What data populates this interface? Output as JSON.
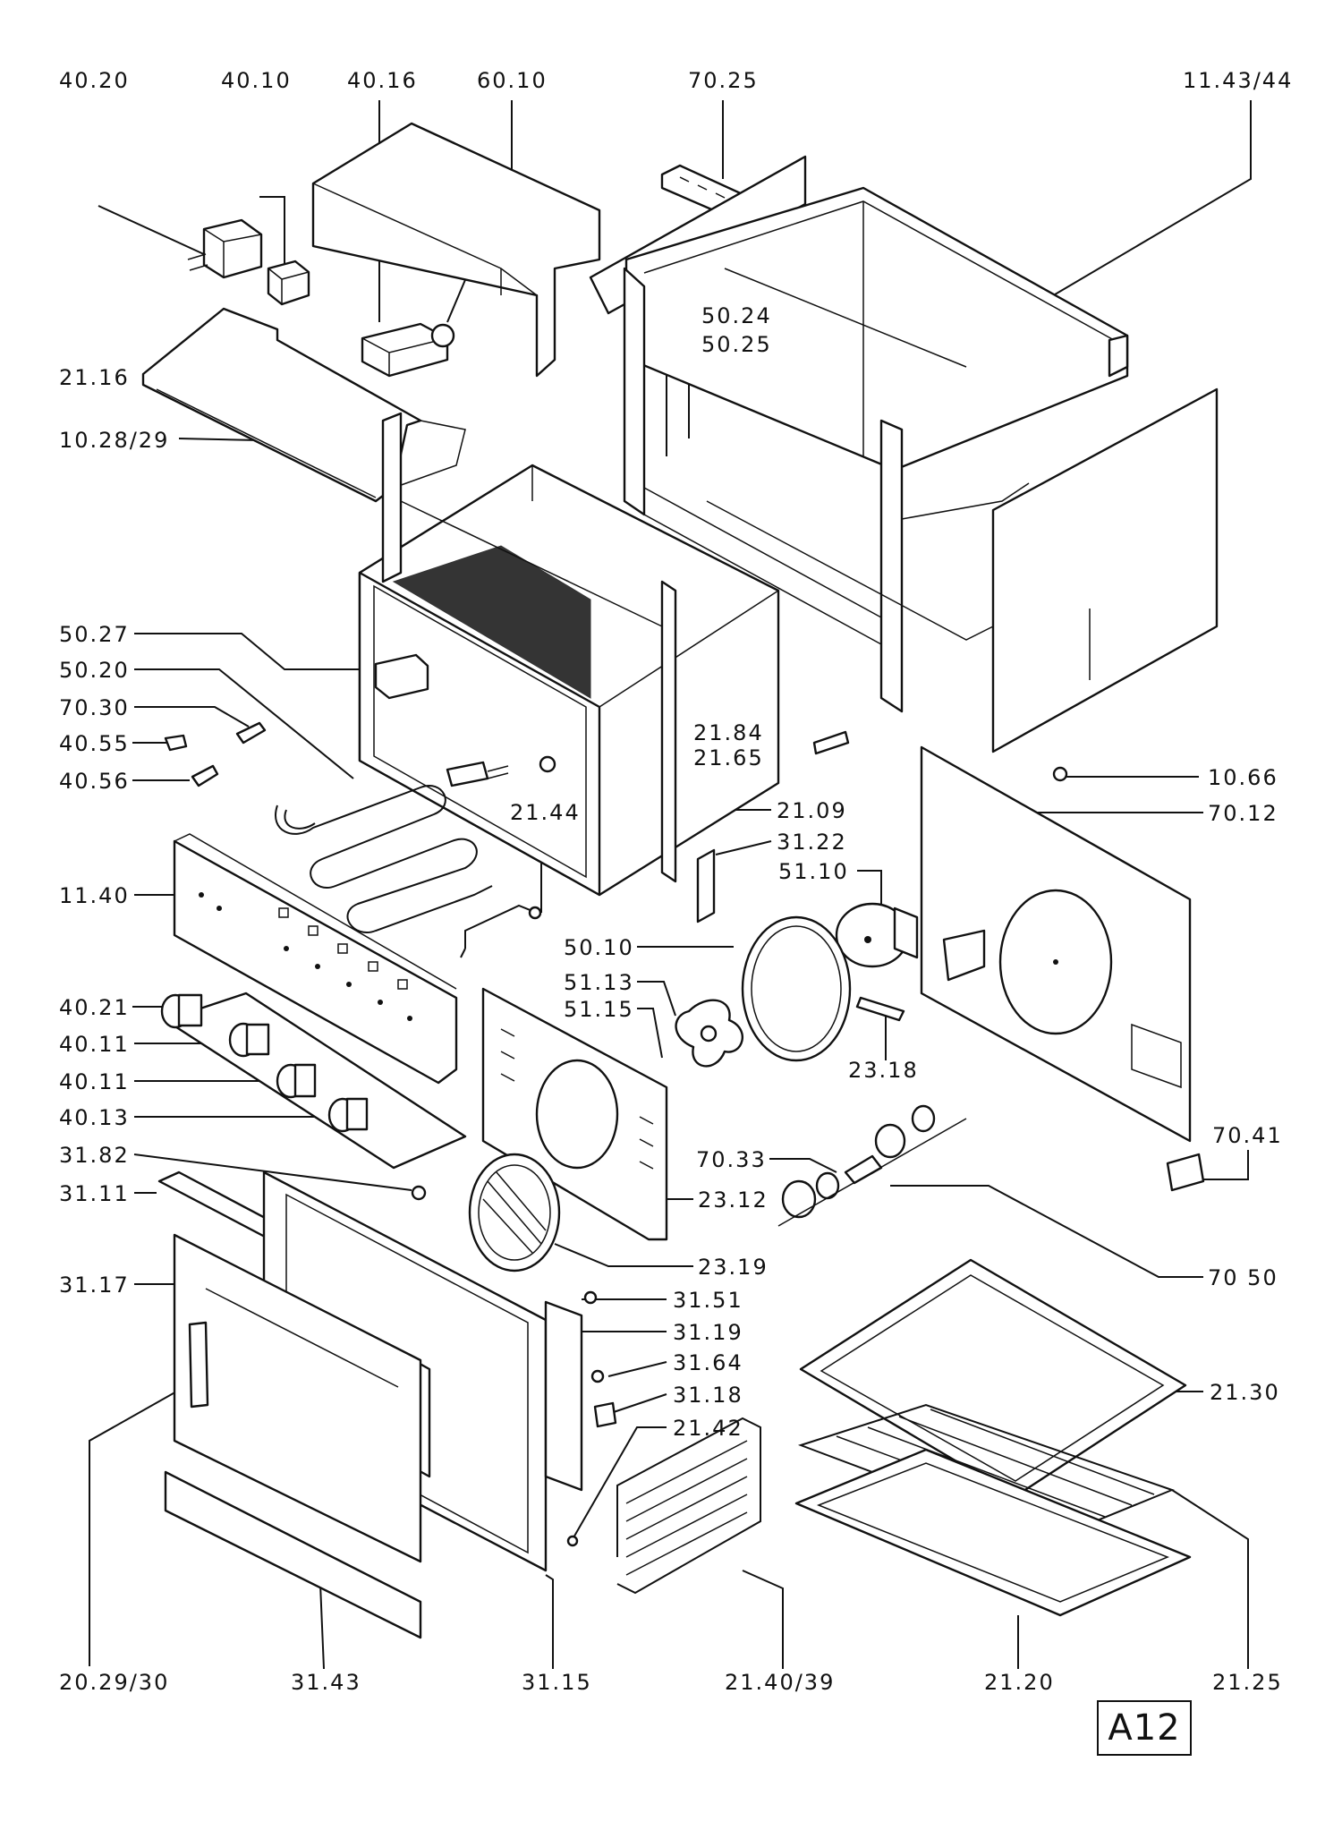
{
  "diagram": {
    "sheet_id": "A12",
    "labels": {
      "l_40_20": "40.20",
      "l_40_10": "40.10",
      "l_40_16": "40.16",
      "l_60_10": "60.10",
      "l_70_25": "70.25",
      "l_11_43_44": "11.43/44",
      "l_50_24": "50.24",
      "l_50_25": "50.25",
      "l_21_16": "21.16",
      "l_10_28_29": "10.28/29",
      "l_50_27": "50.27",
      "l_50_20": "50.20",
      "l_70_30": "70.30",
      "l_40_55": "40.55",
      "l_40_56": "40.56",
      "l_21_84": "21.84",
      "l_21_65": "21.65",
      "l_10_66": "10.66",
      "l_21_44": "21.44",
      "l_21_09": "21.09",
      "l_70_12": "70.12",
      "l_31_22": "31.22",
      "l_51_10": "51.10",
      "l_11_40": "11.40",
      "l_50_10": "50.10",
      "l_51_13": "51.13",
      "l_51_15": "51.15",
      "l_40_21": "40.21",
      "l_40_11_a": "40.11",
      "l_40_11_b": "40.11",
      "l_40_13": "40.13",
      "l_23_18": "23.18",
      "l_70_41": "70.41",
      "l_31_82": "31.82",
      "l_70_33": "70.33",
      "l_31_11": "31.11",
      "l_23_12": "23.12",
      "l_23_19": "23.19",
      "l_70_50": "70 50",
      "l_31_17": "31.17",
      "l_31_51": "31.51",
      "l_31_19": "31.19",
      "l_31_64": "31.64",
      "l_31_18": "31.18",
      "l_21_30": "21.30",
      "l_21_42": "21.42",
      "l_20_29_30": "20.29/30",
      "l_31_43": "31.43",
      "l_31_15": "31.15",
      "l_21_40_39": "21.40/39",
      "l_21_20": "21.20",
      "l_21_25": "21.25"
    }
  }
}
